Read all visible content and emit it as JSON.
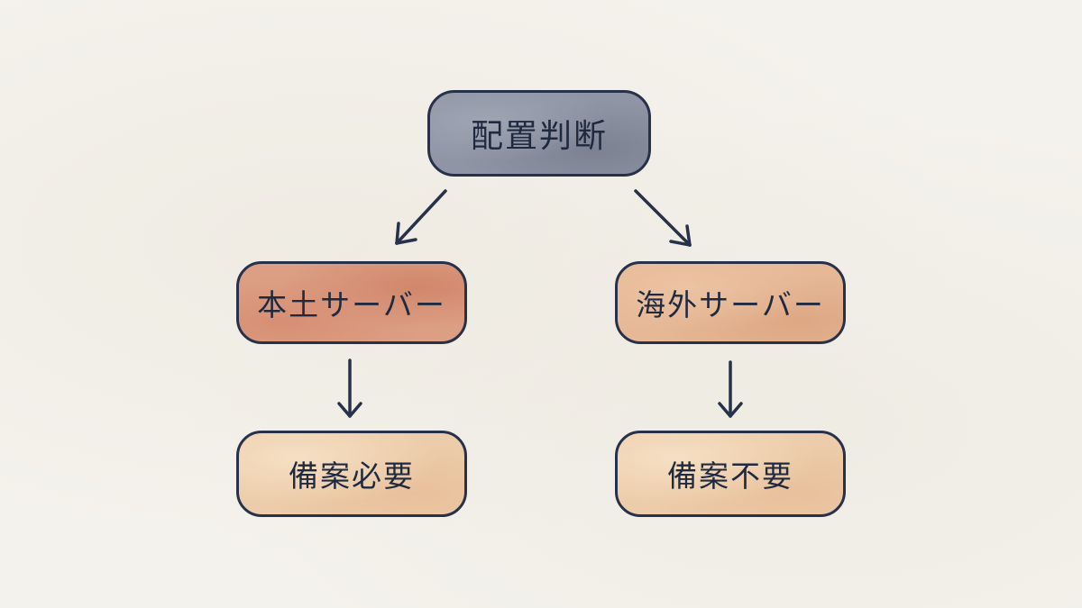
{
  "diagram": {
    "root": {
      "label": "配置判断"
    },
    "branches": [
      {
        "label": "本土サーバー",
        "result": "備案必要"
      },
      {
        "label": "海外サーバー",
        "result": "備案不要"
      }
    ]
  },
  "colors": {
    "background": "#f4f2ec",
    "stroke": "#27324a",
    "root_fill": "#8f95a4",
    "domestic_fill": "#dc9f84",
    "overseas_fill": "#e6b896",
    "result_fill": "#ecccaa"
  }
}
